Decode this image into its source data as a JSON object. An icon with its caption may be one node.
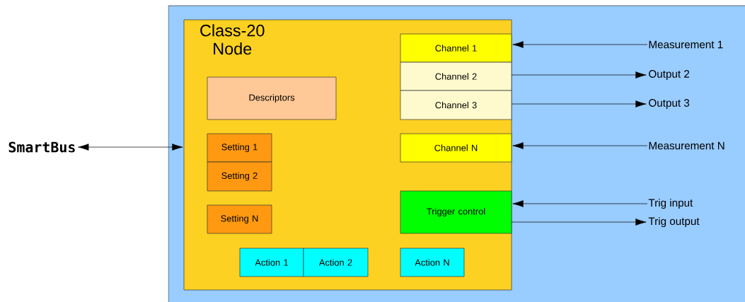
{
  "diagram": {
    "nodes": [
      {
        "text": [],
        "shape": "box"
      },
      {
        "text": [
          "Class-20 Node"
        ],
        "in": 0
      },
      {
        "text": [
          "Descriptors"
        ],
        "in": 1
      },
      {
        "text": [
          "Setting 1"
        ],
        "in": 1
      },
      {
        "text": [
          "Setting 2"
        ],
        "in": 1
      },
      {
        "text": [
          "Setting N"
        ],
        "in": 1
      },
      {
        "text": [
          "Action 1"
        ],
        "in": 1
      },
      {
        "text": [
          "Action 2"
        ],
        "in": 1
      },
      {
        "text": [
          "Channel 1"
        ],
        "in": 1
      },
      {
        "text": [
          "Channel 2"
        ],
        "in": 1
      },
      {
        "text": [
          "Channel 3"
        ],
        "in": 1
      },
      {
        "text": [
          "Channel N"
        ],
        "in": 1
      },
      {
        "text": [
          "Trigger control"
        ],
        "in": 1
      },
      {
        "text": [
          "Action N"
        ],
        "in": 1
      },
      {
        "text": [
          "SmartBus"
        ]
      },
      {
        "text": [
          "Measurement 1"
        ],
        "in": 0
      },
      {
        "text": [
          "Output 2"
        ],
        "in": 0
      },
      {
        "text": [
          "Output 3"
        ],
        "in": 0
      },
      {
        "text": [
          "Measurement N"
        ],
        "in": 0
      },
      {
        "text": [
          "Trig input"
        ],
        "in": 0
      },
      {
        "text": [
          "Trig output"
        ],
        "in": 0
      }
    ],
    "edges": [
      {
        "from": 14,
        "to": 1,
        "arrow": "both"
      },
      {
        "from": 15,
        "to": 8,
        "arrow": "to"
      },
      {
        "from": 9,
        "to": 16,
        "arrow": "to"
      },
      {
        "from": 10,
        "to": 17,
        "arrow": "to"
      },
      {
        "from": 18,
        "to": 11,
        "arrow": "to"
      },
      {
        "from": 19,
        "to": 12,
        "arrow": "to"
      },
      {
        "from": 12,
        "to": 20,
        "arrow": "to"
      }
    ]
  }
}
